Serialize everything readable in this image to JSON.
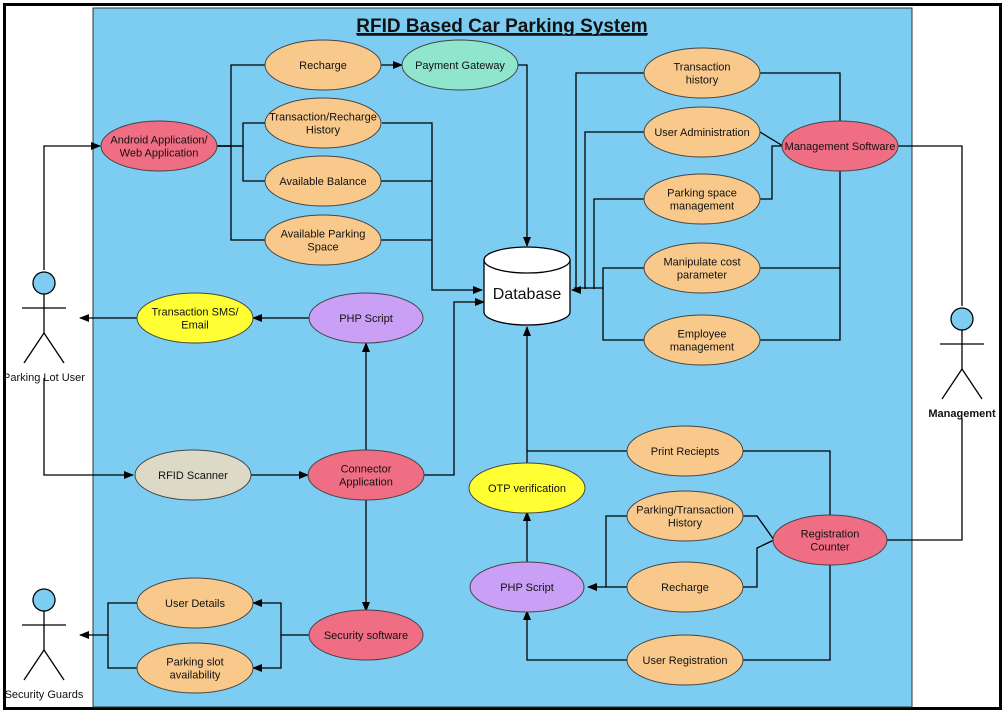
{
  "title": "RFID Based Car Parking System",
  "colors": {
    "panel": "#7dcdf2",
    "orange": "#f9c98b",
    "pink": "#f06e84",
    "teal": "#8fe6cd",
    "yellow": "#ffff33",
    "purple": "#c9a0f5",
    "gray": "#dcd9c6"
  },
  "actors": {
    "parking_lot_user": "Parking Lot User",
    "management": "Management",
    "security_guards": "Security Guards"
  },
  "database": {
    "label": "Database"
  },
  "use_cases": {
    "android_app": [
      "Android Application/",
      "Web Application"
    ],
    "recharge_top": [
      "Recharge"
    ],
    "payment_gateway": [
      "Payment Gateway"
    ],
    "txn_recharge_history": [
      "Transaction/Recharge",
      "History"
    ],
    "available_balance": [
      "Available Balance"
    ],
    "available_parking_space": [
      "Available Parking",
      "Space"
    ],
    "transaction_history": [
      "Transaction",
      "history"
    ],
    "user_administration": [
      "User Administration"
    ],
    "parking_space_mgmt": [
      "Parking space",
      "management"
    ],
    "manipulate_cost": [
      "Manipulate cost",
      "parameter"
    ],
    "employee_mgmt": [
      "Employee",
      "management"
    ],
    "management_software": [
      "Management Software"
    ],
    "transaction_sms": [
      "Transaction SMS/",
      "Email"
    ],
    "php_script_top": [
      "PHP Script"
    ],
    "rfid_scanner": [
      "RFID Scanner"
    ],
    "connector_app": [
      "Connector",
      "Application"
    ],
    "otp_verification": [
      "OTP verification"
    ],
    "print_receipts": [
      "Print Reciepts"
    ],
    "parking_txn_history": [
      "Parking/Transaction",
      "History"
    ],
    "registration_counter": [
      "Registration",
      "Counter"
    ],
    "php_script_bottom": [
      "PHP Script"
    ],
    "recharge_bottom": [
      "Recharge"
    ],
    "user_registration": [
      "User Registration"
    ],
    "user_details": [
      "User Details"
    ],
    "parking_slot_availability": [
      "Parking slot",
      "availability"
    ],
    "security_software": [
      "Security software"
    ]
  }
}
